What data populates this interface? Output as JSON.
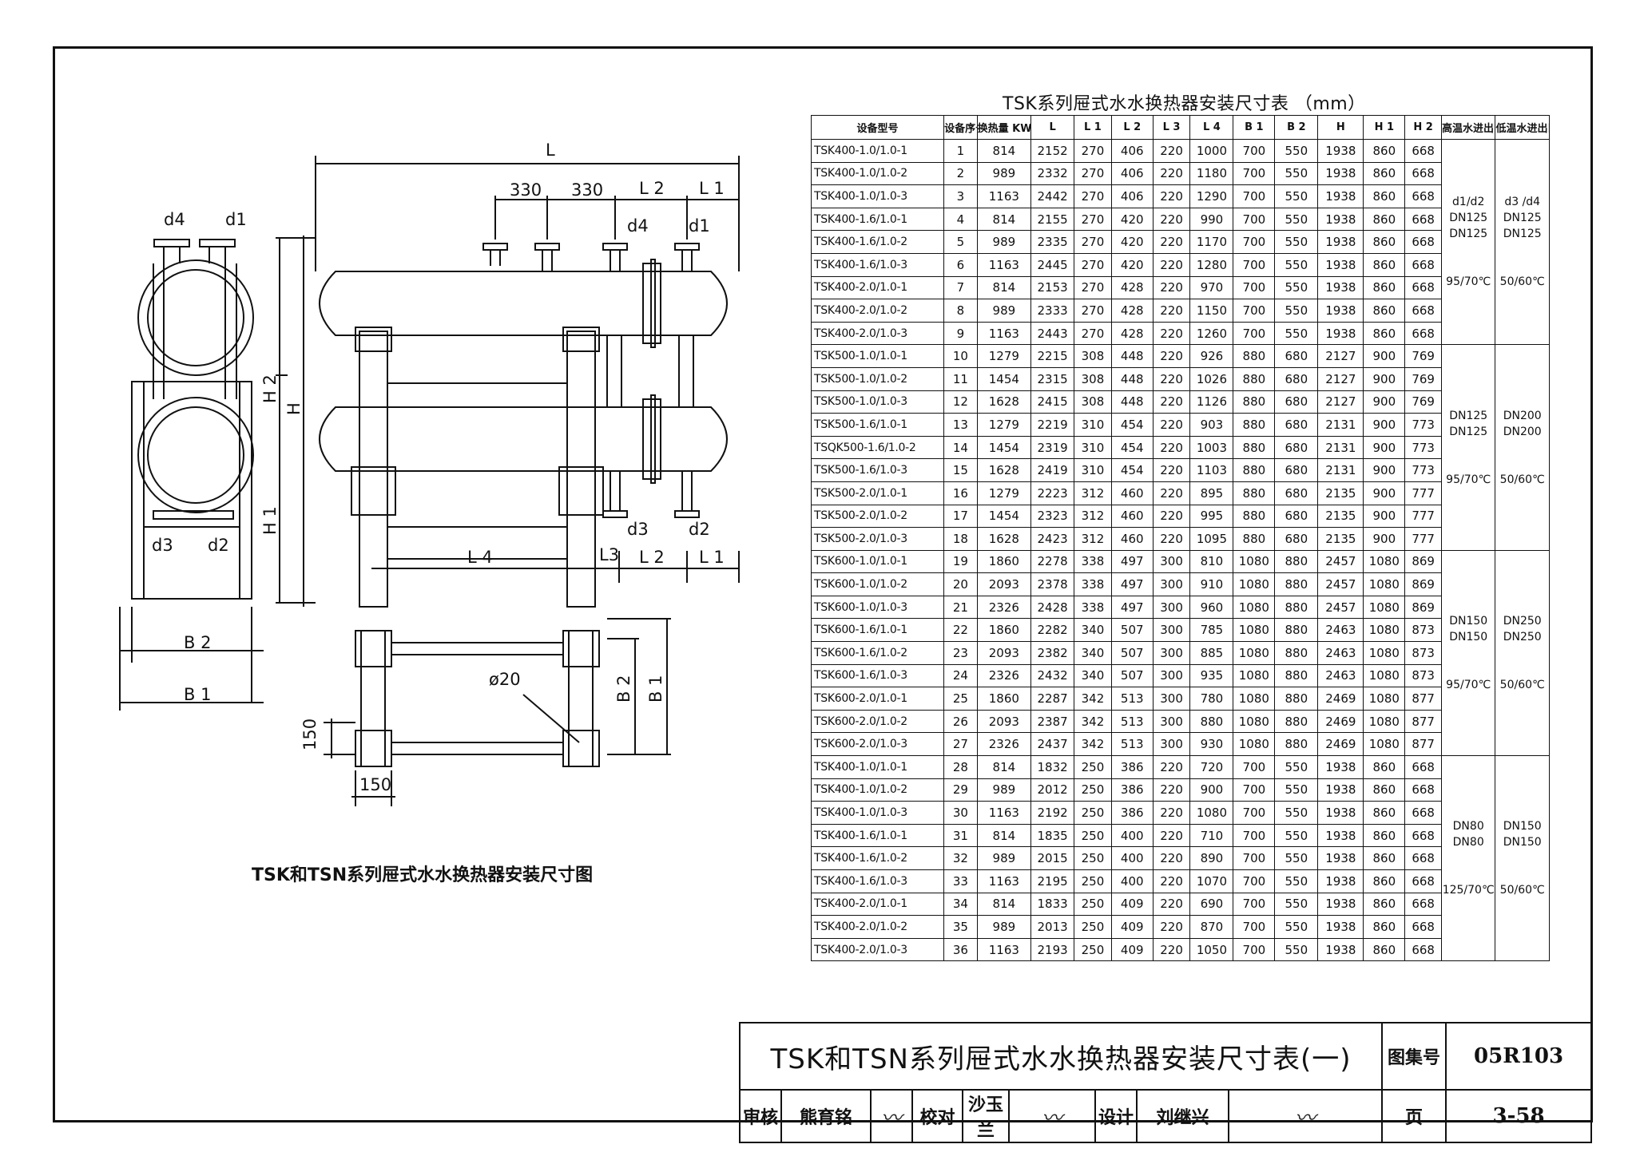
{
  "drawing": {
    "caption": "TSK和TSN系列屉式水水换热器安装尺寸图",
    "labels": {
      "L": "L",
      "d330a": "330",
      "d330b": "330",
      "L2": "L 2",
      "L1": "L 1",
      "L2b": "L 2",
      "L1b": "L 1",
      "L3": "L3",
      "L4": "L 4",
      "d4a": "d4",
      "d1a": "d1",
      "d4b": "d4",
      "d1b": "d1",
      "d3a": "d3",
      "d2a": "d2",
      "d3b": "d3",
      "d2b": "d2",
      "H": "H",
      "H1": "H 1",
      "H2": "H 2",
      "B1": "B 1",
      "B2": "B 2",
      "B1b": "B 1",
      "B2b": "B 2",
      "phi20": "ø20",
      "d150a": "150",
      "d150b": "150"
    }
  },
  "table": {
    "title": "TSK系列屉式水水换热器安装尺寸表 （mm）",
    "headers": [
      "设备型号",
      "设备序号",
      "换热量 KW",
      "L",
      "L 1",
      "L 2",
      "L 3",
      "L 4",
      "B 1",
      "B 2",
      "H",
      "H 1",
      "H 2",
      "高温水进出口",
      "低温水进出口"
    ],
    "rows": [
      [
        "TSK400-1.0/1.0-1",
        "1",
        "814",
        "2152",
        "270",
        "406",
        "220",
        "1000",
        "700",
        "550",
        "1938",
        "860",
        "668"
      ],
      [
        "TSK400-1.0/1.0-2",
        "2",
        "989",
        "2332",
        "270",
        "406",
        "220",
        "1180",
        "700",
        "550",
        "1938",
        "860",
        "668"
      ],
      [
        "TSK400-1.0/1.0-3",
        "3",
        "1163",
        "2442",
        "270",
        "406",
        "220",
        "1290",
        "700",
        "550",
        "1938",
        "860",
        "668"
      ],
      [
        "TSK400-1.6/1.0-1",
        "4",
        "814",
        "2155",
        "270",
        "420",
        "220",
        "990",
        "700",
        "550",
        "1938",
        "860",
        "668"
      ],
      [
        "TSK400-1.6/1.0-2",
        "5",
        "989",
        "2335",
        "270",
        "420",
        "220",
        "1170",
        "700",
        "550",
        "1938",
        "860",
        "668"
      ],
      [
        "TSK400-1.6/1.0-3",
        "6",
        "1163",
        "2445",
        "270",
        "420",
        "220",
        "1280",
        "700",
        "550",
        "1938",
        "860",
        "668"
      ],
      [
        "TSK400-2.0/1.0-1",
        "7",
        "814",
        "2153",
        "270",
        "428",
        "220",
        "970",
        "700",
        "550",
        "1938",
        "860",
        "668"
      ],
      [
        "TSK400-2.0/1.0-2",
        "8",
        "989",
        "2333",
        "270",
        "428",
        "220",
        "1150",
        "700",
        "550",
        "1938",
        "860",
        "668"
      ],
      [
        "TSK400-2.0/1.0-3",
        "9",
        "1163",
        "2443",
        "270",
        "428",
        "220",
        "1260",
        "700",
        "550",
        "1938",
        "860",
        "668"
      ],
      [
        "TSK500-1.0/1.0-1",
        "10",
        "1279",
        "2215",
        "308",
        "448",
        "220",
        "926",
        "880",
        "680",
        "2127",
        "900",
        "769"
      ],
      [
        "TSK500-1.0/1.0-2",
        "11",
        "1454",
        "2315",
        "308",
        "448",
        "220",
        "1026",
        "880",
        "680",
        "2127",
        "900",
        "769"
      ],
      [
        "TSK500-1.0/1.0-3",
        "12",
        "1628",
        "2415",
        "308",
        "448",
        "220",
        "1126",
        "880",
        "680",
        "2127",
        "900",
        "769"
      ],
      [
        "TSK500-1.6/1.0-1",
        "13",
        "1279",
        "2219",
        "310",
        "454",
        "220",
        "903",
        "880",
        "680",
        "2131",
        "900",
        "773"
      ],
      [
        "TSQK500-1.6/1.0-2",
        "14",
        "1454",
        "2319",
        "310",
        "454",
        "220",
        "1003",
        "880",
        "680",
        "2131",
        "900",
        "773"
      ],
      [
        "TSK500-1.6/1.0-3",
        "15",
        "1628",
        "2419",
        "310",
        "454",
        "220",
        "1103",
        "880",
        "680",
        "2131",
        "900",
        "773"
      ],
      [
        "TSK500-2.0/1.0-1",
        "16",
        "1279",
        "2223",
        "312",
        "460",
        "220",
        "895",
        "880",
        "680",
        "2135",
        "900",
        "777"
      ],
      [
        "TSK500-2.0/1.0-2",
        "17",
        "1454",
        "2323",
        "312",
        "460",
        "220",
        "995",
        "880",
        "680",
        "2135",
        "900",
        "777"
      ],
      [
        "TSK500-2.0/1.0-3",
        "18",
        "1628",
        "2423",
        "312",
        "460",
        "220",
        "1095",
        "880",
        "680",
        "2135",
        "900",
        "777"
      ],
      [
        "TSK600-1.0/1.0-1",
        "19",
        "1860",
        "2278",
        "338",
        "497",
        "300",
        "810",
        "1080",
        "880",
        "2457",
        "1080",
        "869"
      ],
      [
        "TSK600-1.0/1.0-2",
        "20",
        "2093",
        "2378",
        "338",
        "497",
        "300",
        "910",
        "1080",
        "880",
        "2457",
        "1080",
        "869"
      ],
      [
        "TSK600-1.0/1.0-3",
        "21",
        "2326",
        "2428",
        "338",
        "497",
        "300",
        "960",
        "1080",
        "880",
        "2457",
        "1080",
        "869"
      ],
      [
        "TSK600-1.6/1.0-1",
        "22",
        "1860",
        "2282",
        "340",
        "507",
        "300",
        "785",
        "1080",
        "880",
        "2463",
        "1080",
        "873"
      ],
      [
        "TSK600-1.6/1.0-2",
        "23",
        "2093",
        "2382",
        "340",
        "507",
        "300",
        "885",
        "1080",
        "880",
        "2463",
        "1080",
        "873"
      ],
      [
        "TSK600-1.6/1.0-3",
        "24",
        "2326",
        "2432",
        "340",
        "507",
        "300",
        "935",
        "1080",
        "880",
        "2463",
        "1080",
        "873"
      ],
      [
        "TSK600-2.0/1.0-1",
        "25",
        "1860",
        "2287",
        "342",
        "513",
        "300",
        "780",
        "1080",
        "880",
        "2469",
        "1080",
        "877"
      ],
      [
        "TSK600-2.0/1.0-2",
        "26",
        "2093",
        "2387",
        "342",
        "513",
        "300",
        "880",
        "1080",
        "880",
        "2469",
        "1080",
        "877"
      ],
      [
        "TSK600-2.0/1.0-3",
        "27",
        "2326",
        "2437",
        "342",
        "513",
        "300",
        "930",
        "1080",
        "880",
        "2469",
        "1080",
        "877"
      ],
      [
        "TSK400-1.0/1.0-1",
        "28",
        "814",
        "1832",
        "250",
        "386",
        "220",
        "720",
        "700",
        "550",
        "1938",
        "860",
        "668"
      ],
      [
        "TSK400-1.0/1.0-2",
        "29",
        "989",
        "2012",
        "250",
        "386",
        "220",
        "900",
        "700",
        "550",
        "1938",
        "860",
        "668"
      ],
      [
        "TSK400-1.0/1.0-3",
        "30",
        "1163",
        "2192",
        "250",
        "386",
        "220",
        "1080",
        "700",
        "550",
        "1938",
        "860",
        "668"
      ],
      [
        "TSK400-1.6/1.0-1",
        "31",
        "814",
        "1835",
        "250",
        "400",
        "220",
        "710",
        "700",
        "550",
        "1938",
        "860",
        "668"
      ],
      [
        "TSK400-1.6/1.0-2",
        "32",
        "989",
        "2015",
        "250",
        "400",
        "220",
        "890",
        "700",
        "550",
        "1938",
        "860",
        "668"
      ],
      [
        "TSK400-1.6/1.0-3",
        "33",
        "1163",
        "2195",
        "250",
        "400",
        "220",
        "1070",
        "700",
        "550",
        "1938",
        "860",
        "668"
      ],
      [
        "TSK400-2.0/1.0-1",
        "34",
        "814",
        "1833",
        "250",
        "409",
        "220",
        "690",
        "700",
        "550",
        "1938",
        "860",
        "668"
      ],
      [
        "TSK400-2.0/1.0-2",
        "35",
        "989",
        "2013",
        "250",
        "409",
        "220",
        "870",
        "700",
        "550",
        "1938",
        "860",
        "668"
      ],
      [
        "TSK400-2.0/1.0-3",
        "36",
        "1163",
        "2193",
        "250",
        "409",
        "220",
        "1050",
        "700",
        "550",
        "1938",
        "860",
        "668"
      ]
    ],
    "connection_groups": [
      {
        "rows": 9,
        "hot": [
          "d1/d2",
          "DN125",
          "DN125",
          "95/70℃"
        ],
        "cold": [
          "d3 /d4",
          "DN125",
          "DN125",
          "50/60℃"
        ]
      },
      {
        "rows": 9,
        "hot": [
          "DN125",
          "DN125",
          "95/70℃"
        ],
        "cold": [
          "DN200",
          "DN200",
          "50/60℃"
        ]
      },
      {
        "rows": 9,
        "hot": [
          "DN150",
          "DN150",
          "95/70℃"
        ],
        "cold": [
          "DN250",
          "DN250",
          "50/60℃"
        ]
      },
      {
        "rows": 9,
        "hot": [
          "DN80",
          "DN80",
          "125/70℃"
        ],
        "cold": [
          "DN150",
          "DN150",
          "50/60℃"
        ]
      }
    ]
  },
  "title_block": {
    "title": "TSK和TSN系列屉式水水换热器安装尺寸表(一)",
    "atlas_label": "图集号",
    "atlas_no": "05R103",
    "page_label": "页",
    "page_no": "3-58",
    "review_label": "审核",
    "review_name": "熊育铭",
    "check_label": "校对",
    "check_name": "沙玉兰",
    "design_label": "设计",
    "design_name": "刘继兴"
  }
}
